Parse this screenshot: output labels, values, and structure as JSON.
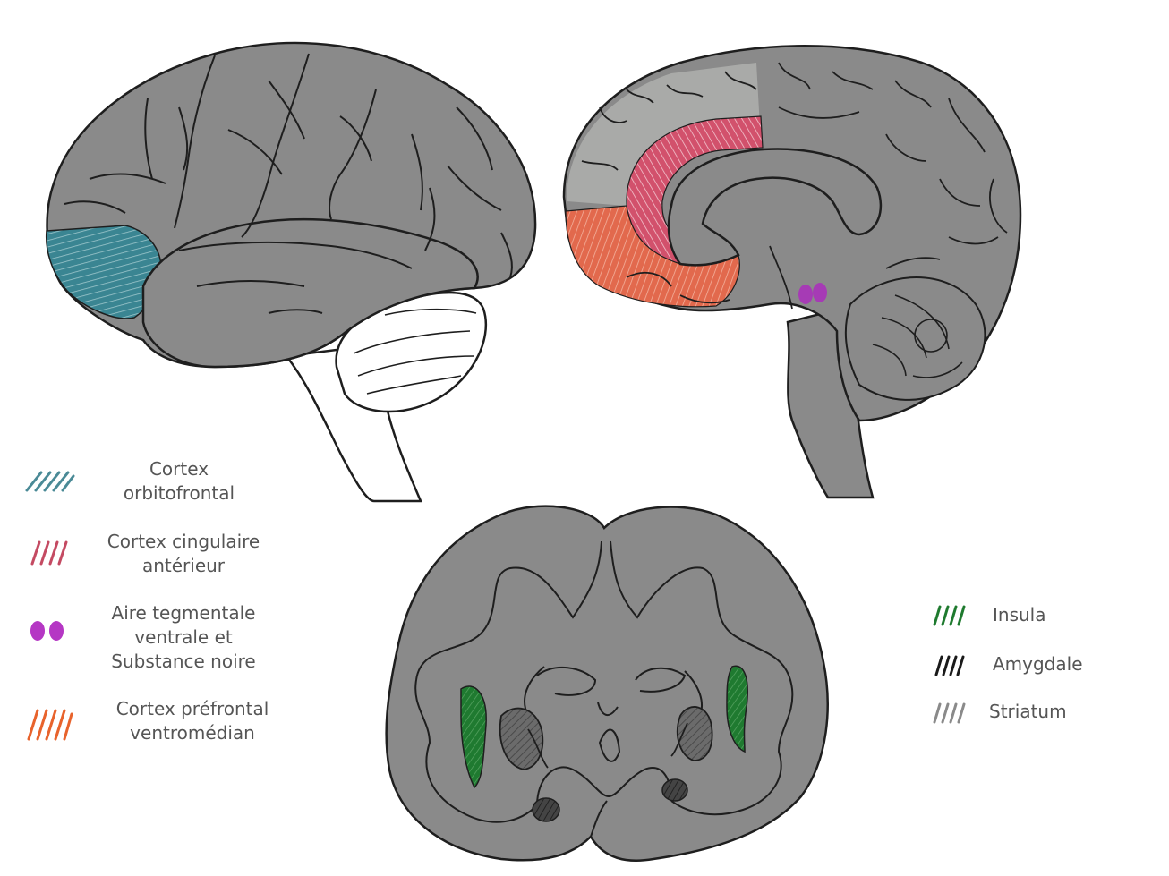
{
  "legend_left": [
    {
      "key": "ofc",
      "lines": [
        "Cortex",
        "orbitofrontal"
      ],
      "color": "#4a8a96",
      "icon": "hatch-lines"
    },
    {
      "key": "acc",
      "lines": [
        "Cortex cingulaire",
        "antérieur"
      ],
      "color": "#c44a62",
      "icon": "hatch-lines"
    },
    {
      "key": "vta",
      "lines": [
        "Aire tegmentale",
        "ventrale et",
        "Substance noire"
      ],
      "color": "#b537c4",
      "icon": "two-dots"
    },
    {
      "key": "vmpfc",
      "lines": [
        "Cortex préfrontal",
        "ventromédian"
      ],
      "color": "#e8632c",
      "icon": "hatch-lines"
    }
  ],
  "legend_right": [
    {
      "key": "insula",
      "label": "Insula",
      "color": "#1e7a2e",
      "icon": "hatch-lines"
    },
    {
      "key": "amygdala",
      "label": "Amygdale",
      "color": "#1a1a1a",
      "icon": "hatch-lines"
    },
    {
      "key": "striatum",
      "label": "Striatum",
      "color": "#8a8a8a",
      "icon": "hatch-lines"
    }
  ],
  "colors": {
    "brain_fill": "#8a8a8a",
    "medial_light": "#a9aaa8",
    "outline": "#1e1e1e"
  }
}
